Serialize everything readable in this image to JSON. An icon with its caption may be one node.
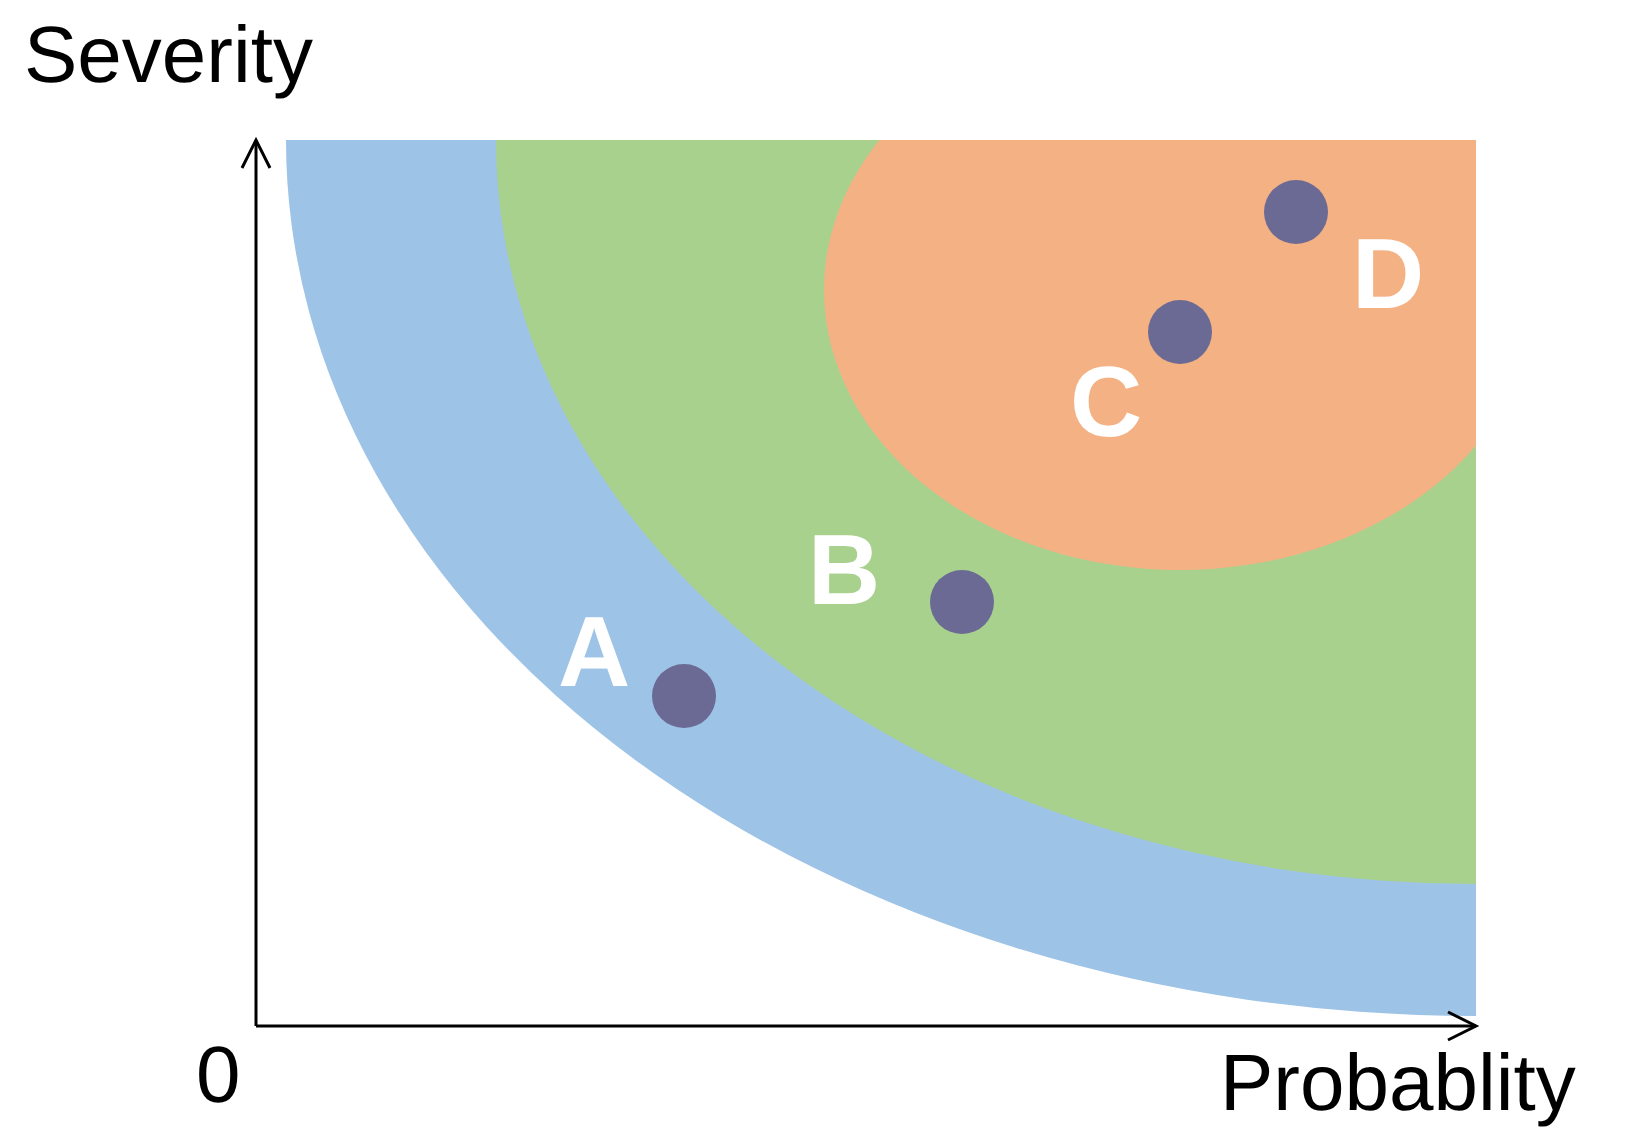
{
  "diagram": {
    "nodes": [
      {
        "text": [],
        "shape": "circle",
        "beside": [
          "A"
        ]
      },
      {
        "text": [],
        "shape": "circle",
        "beside": [
          "B"
        ]
      },
      {
        "text": [],
        "shape": "circle",
        "beside": [
          "C"
        ]
      },
      {
        "text": [],
        "shape": "circle",
        "beside": [
          "D"
        ]
      }
    ],
    "edges": [],
    "labels": [
      "Severity",
      "0",
      "Probablity"
    ]
  }
}
